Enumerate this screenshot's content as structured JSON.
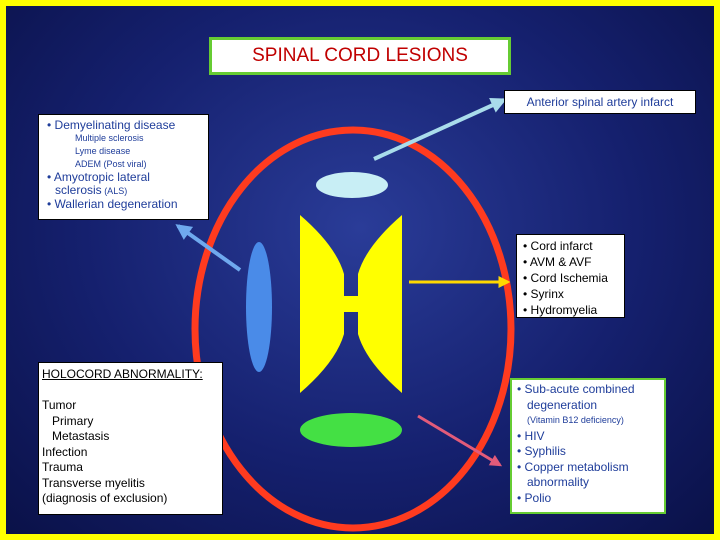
{
  "title": "SPINAL CORD LESIONS",
  "anterior_label": "Anterior spinal artery infarct",
  "left_box": {
    "items": [
      {
        "text": "• Demyelinating disease",
        "size": "big"
      },
      {
        "text": "Multiple sclerosis",
        "size": "small",
        "indent": 28
      },
      {
        "text": "Lyme disease",
        "size": "small",
        "indent": 28
      },
      {
        "text": "ADEM (Post viral)",
        "size": "small",
        "indent": 28
      },
      {
        "text": "• Amyotropic lateral",
        "size": "big"
      },
      {
        "text": "sclerosis",
        "suffix": " (ALS)",
        "size": "big",
        "indent": 8
      },
      {
        "text": "• Wallerian degeneration",
        "size": "big"
      }
    ]
  },
  "right_box_1": {
    "items": [
      "• Cord infarct",
      "• AVM & AVF",
      "• Cord Ischemia",
      "• Syrinx",
      "• Hydromyelia"
    ]
  },
  "holocord_box": {
    "heading": "HOLOCORD ABNORMALITY:",
    "items": [
      {
        "text": "",
        "indent": 0
      },
      {
        "text": "Tumor",
        "indent": 0
      },
      {
        "text": "Primary",
        "indent": 10
      },
      {
        "text": "Metastasis",
        "indent": 10
      },
      {
        "text": "Infection",
        "indent": 0
      },
      {
        "text": "Trauma",
        "indent": 0
      },
      {
        "text": "Transverse myelitis",
        "indent": 0
      },
      {
        "text": "(diagnosis of exclusion)",
        "indent": 0
      }
    ]
  },
  "right_box_2": {
    "items": [
      {
        "text": "• Sub-acute combined",
        "size": "big"
      },
      {
        "text": "degeneration",
        "size": "big",
        "indent": 10
      },
      {
        "text": "(Vitamin B12 deficiency)",
        "size": "small",
        "indent": 10
      },
      {
        "text": "• HIV",
        "size": "big"
      },
      {
        "text": "• Syphilis",
        "size": "big"
      },
      {
        "text": "• Copper metabolism",
        "size": "big"
      },
      {
        "text": "abnormality",
        "size": "big",
        "indent": 10
      },
      {
        "text": "• Polio",
        "size": "big"
      }
    ]
  },
  "colors": {
    "border": "#FFFF00",
    "cord_outline": "#FF3B1F",
    "gray_matter": "#FFFF00",
    "title_border": "#66CC33",
    "title_text": "#C00000",
    "text_blue": "#1F3D9A",
    "anterior_oval": "#C8EEF5",
    "lateral_oval": "#4A8BE8",
    "posterior_oval": "#44E044",
    "arrow_anterior": "#A9DCEB",
    "arrow_lateral": "#6FA9EE",
    "arrow_right": "#FFD800",
    "arrow_posterior": "#E35B7A"
  }
}
